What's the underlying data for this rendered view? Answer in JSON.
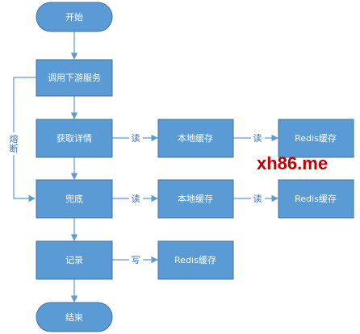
{
  "colors": {
    "node_fill": "#5b9bd5",
    "node_stroke": "#41719c",
    "connector": "#5b9bd5",
    "edge_label": "#3b6fb6",
    "watermark": "#c00000"
  },
  "nodes": {
    "start": "开始",
    "call_downstream": "调用下游服务",
    "get_detail": "获取详情",
    "local_cache_1": "本地缓存",
    "redis_cache_1": "Redis缓存",
    "fallback": "兜底",
    "local_cache_2": "本地缓存",
    "redis_cache_2": "Redis缓存",
    "record": "记录",
    "redis_cache_3": "Redis缓存",
    "end": "结束"
  },
  "edges": {
    "read_1": "读",
    "read_2": "读",
    "read_3": "读",
    "read_4": "读",
    "write": "写",
    "circuit_break": "熔断"
  },
  "watermark": "xh86.me"
}
